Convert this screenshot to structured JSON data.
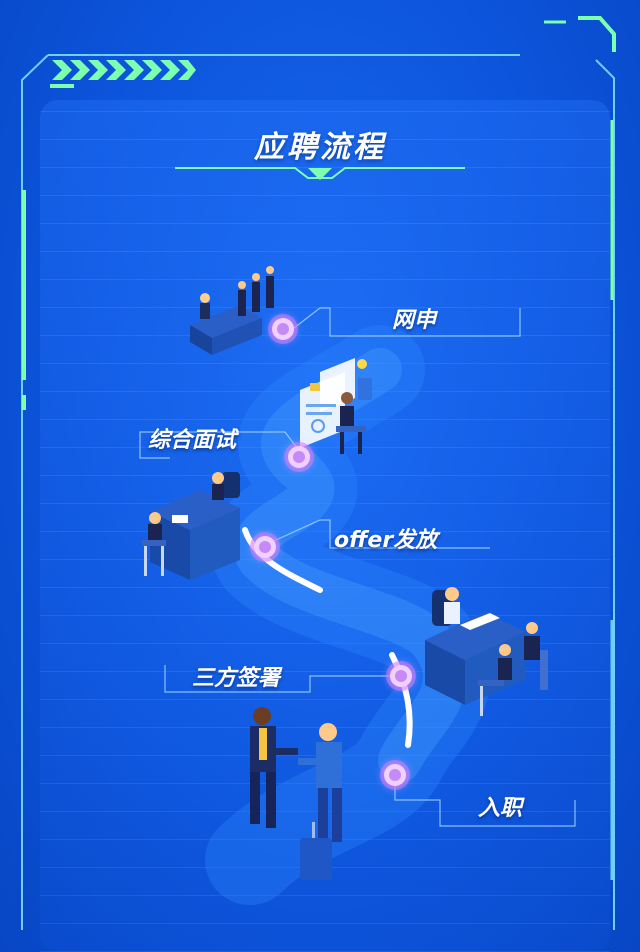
{
  "title": "应聘流程",
  "steps": [
    {
      "label": "网申"
    },
    {
      "label": "综合面试"
    },
    {
      "label": "offer发放"
    },
    {
      "label": "三方签署"
    },
    {
      "label": "入职"
    }
  ],
  "colors": {
    "background": "#0c55dc",
    "frame": "#5cc8ff",
    "accent_green": "#7dffb0",
    "node": "#c58af5",
    "path": "#3a8cf5"
  }
}
